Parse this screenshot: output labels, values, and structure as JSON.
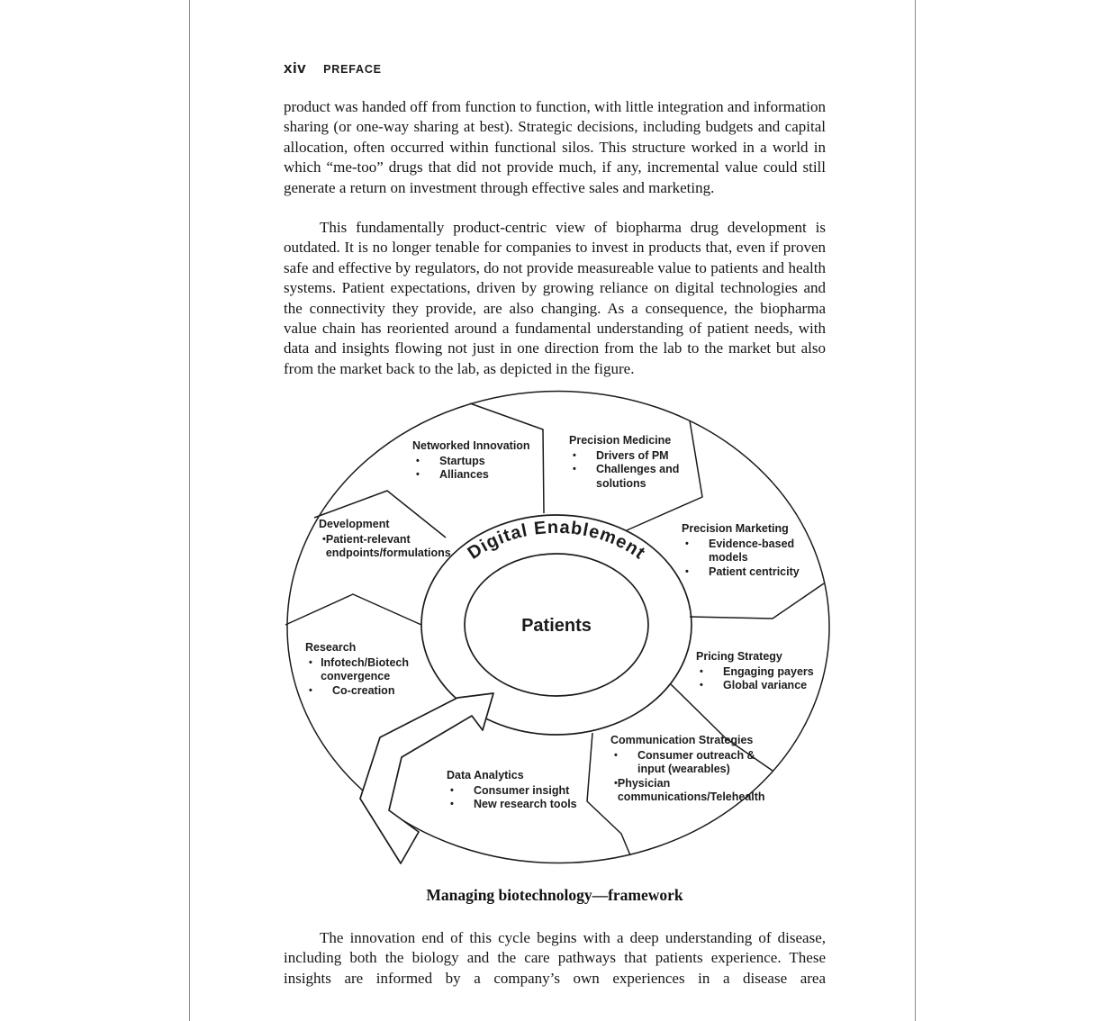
{
  "page": {
    "header": {
      "page_number": "xiv",
      "running_title": "PREFACE"
    },
    "paragraphs": {
      "p1": "product was handed off from function to function, with little integration and information sharing (or one-way sharing at best). Strategic decisions, including budgets and capital allocation, often occurred within functional silos. This structure worked in a world in which “me-too” drugs that did not provide much, if any, incremental value could still generate a return on investment through effective sales and marketing.",
      "p2": "This fundamentally product-centric view of biopharma drug development is outdated. It is no longer tenable for companies to invest in products that, even if proven safe and effective by regulators, do not provide measureable value to patients and health systems. Patient expectations, driven by growing reliance on digital technologies and the connectivity they provide, are also changing. As a consequence, the biopharma value chain has reoriented around a fundamental understanding of patient needs, with data and insights flowing not just in one direction from the lab to the market but also from the market back to the lab, as depicted in the figure.",
      "p3": "The innovation end of this cycle begins with a deep understanding of disease, including both the biology and the care pathways that patients experience. These insights are informed by a company’s own experiences in a disease area"
    },
    "figure_caption": "Managing biotechnology—framework"
  },
  "diagram": {
    "ring_label": "Digital Enablement",
    "center_label": "Patients",
    "segments": [
      {
        "title": "Networked Innovation",
        "bullets": [
          "Startups",
          "Alliances"
        ]
      },
      {
        "title": "Precision Medicine",
        "bullets": [
          "Drivers of PM",
          "Challenges and solutions"
        ]
      },
      {
        "title": "Precision Marketing",
        "bullets": [
          "Evidence-based models",
          "Patient centricity"
        ]
      },
      {
        "title": "Pricing Strategy",
        "bullets": [
          "Engaging payers",
          "Global variance"
        ]
      },
      {
        "title": "Communication Strategies",
        "bullets": [
          "Consumer outreach & input (wearables)",
          "Physician communications/Telehealth"
        ]
      },
      {
        "title": "Data Analytics",
        "bullets": [
          "Consumer insight",
          "New research tools"
        ]
      },
      {
        "title": "Research",
        "bullets": [
          "Infotech/Biotech convergence",
          "Co-creation"
        ]
      },
      {
        "title": "Development",
        "bullets": [
          "Patient-relevant endpoints/formulations"
        ]
      }
    ]
  },
  "colors": {
    "ink": "#1b1b1b",
    "page_rule_gray": "#8a8a8a",
    "background": "#ffffff"
  }
}
